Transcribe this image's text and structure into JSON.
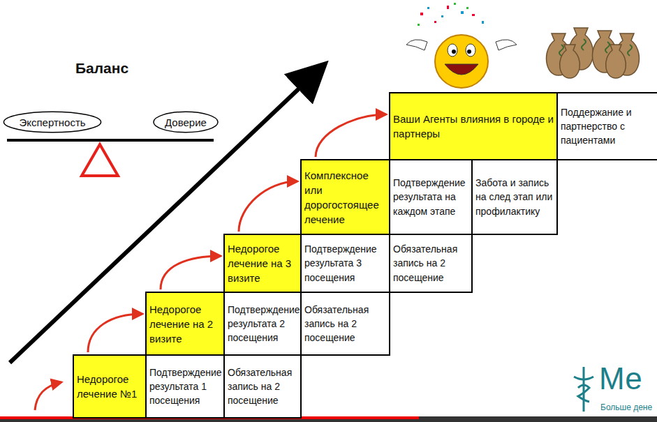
{
  "diagram": {
    "title": "Баланс",
    "nodes": [
      {
        "text": [
          "Экспертность"
        ]
      },
      {
        "text": [
          "Доверие"
        ]
      },
      {
        "text": [
          "Ваши Агенты влияния в городе и партнеры"
        ]
      },
      {
        "text": [
          "Поддержание и партнерство с пациентами"
        ]
      },
      {
        "text": [
          "Комплексное или дорогостоящее лечение"
        ]
      },
      {
        "text": [
          "Подтверждение результата на каждом этапе"
        ]
      },
      {
        "text": [
          "Забота и запись на след этап или профилактику"
        ]
      },
      {
        "text": [
          "Недорогое лечение на 3 визите"
        ]
      },
      {
        "text": [
          "Подтверждение результата 3 посещения"
        ]
      },
      {
        "text": [
          "Обязательная запись на 2 посещение"
        ]
      },
      {
        "text": [
          "Недорогое лечение на 2 визите"
        ]
      },
      {
        "text": [
          "Подтверждение результата 2 посещения"
        ]
      },
      {
        "text": [
          "Обязательная запись на 2 посещение"
        ]
      },
      {
        "text": [
          "Недорогое лечение №1"
        ]
      },
      {
        "text": [
          "Подтверждение результата 1 посещения"
        ]
      },
      {
        "text": [
          "Обязательная запись на 2 посещение"
        ]
      }
    ],
    "edges": [
      {
        "from": 13,
        "to": 10,
        "arrow": "to"
      },
      {
        "from": 10,
        "to": 7,
        "arrow": "to"
      },
      {
        "from": 7,
        "to": 4,
        "arrow": "to"
      },
      {
        "from": 4,
        "to": 2,
        "arrow": "to"
      }
    ],
    "labels": [
      "Ме",
      "Больше дене"
    ]
  }
}
